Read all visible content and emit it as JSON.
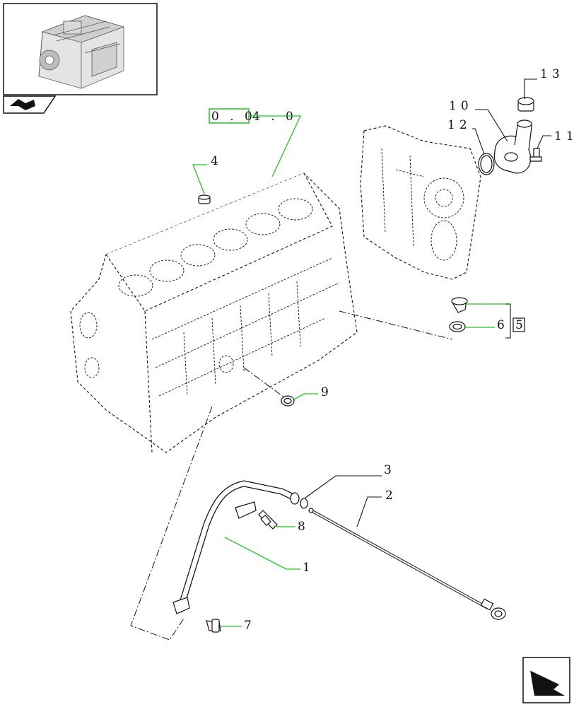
{
  "reference": {
    "boxed": "0 . 0",
    "rest": "4 . 0"
  },
  "callouts": {
    "c1": "1",
    "c2": "2",
    "c3": "3",
    "c4": "4",
    "c5": "5",
    "c6": "6",
    "c7": "7",
    "c8": "8",
    "c9": "9",
    "c10": "10",
    "c11": "11",
    "c12": "12",
    "c13": "13"
  },
  "colors": {
    "leader_accent": "#1ec81e",
    "line": "#111111"
  },
  "icons": {
    "thumbnail": "engine-thumbnail-icon",
    "section": "book-section-icon",
    "nav": "next-page-arrow-icon"
  }
}
